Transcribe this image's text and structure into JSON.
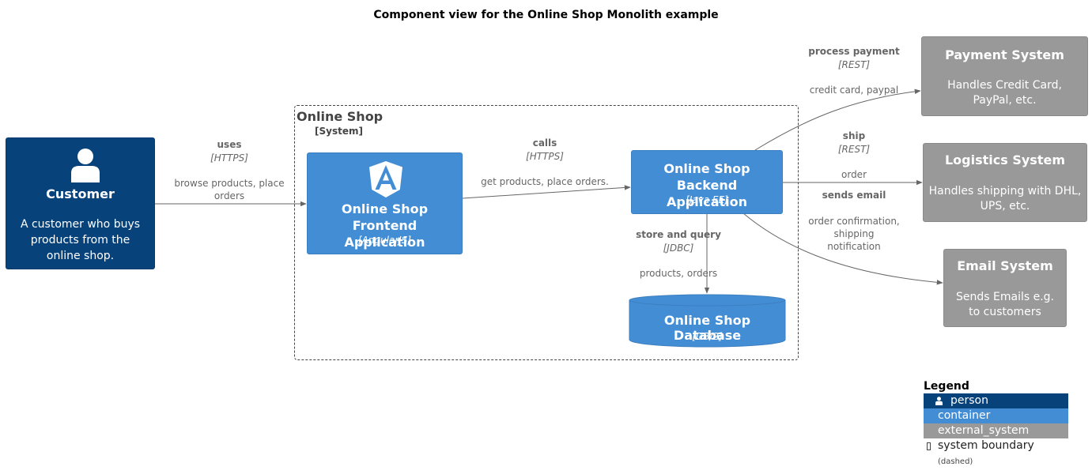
{
  "title": "Component view for the Online Shop Monolith example",
  "colors": {
    "person": "#08427b",
    "container": "#438dd5",
    "external_system": "#999999"
  },
  "customer": {
    "icon": "person-icon",
    "name": "Customer",
    "description": "A customer who buys products from the online shop."
  },
  "boundary": {
    "label": "Online Shop",
    "type": "[System]"
  },
  "frontend": {
    "icon": "angular-icon",
    "name": "Online Shop Frontend Application",
    "tech": "[AngularJS]"
  },
  "backend": {
    "name": "Online Shop Backend Application",
    "tech": "[Java EE]"
  },
  "database": {
    "name": "Online Shop Database",
    "tech": "[DB/2]"
  },
  "payment": {
    "name": "Payment System",
    "description": "Handles Credit Card, PayPal, etc."
  },
  "logistics": {
    "name": "Logistics System",
    "description": "Handles shipping with DHL, UPS, etc."
  },
  "email": {
    "name": "Email System",
    "description": "Sends Emails e.g. to customers"
  },
  "relations": {
    "uses": {
      "label": "uses",
      "tech": "[HTTPS]",
      "desc": "browse products, place orders"
    },
    "calls": {
      "label": "calls",
      "tech": "[HTTPS]",
      "desc": "get products, place orders."
    },
    "store": {
      "label": "store and query",
      "tech": "[JDBC]",
      "desc": "products, orders"
    },
    "payment": {
      "label": "process payment",
      "tech": "[REST]",
      "desc": "credit card, paypal"
    },
    "ship": {
      "label": "ship",
      "tech": "[REST]",
      "desc": "order"
    },
    "email": {
      "label": "sends email",
      "desc": "order confirmation, shipping notification"
    }
  },
  "legend": {
    "title": "Legend",
    "person": "person",
    "container": "container",
    "external_system": "external_system",
    "boundary": "system boundary",
    "boundary_note": "(dashed)"
  }
}
